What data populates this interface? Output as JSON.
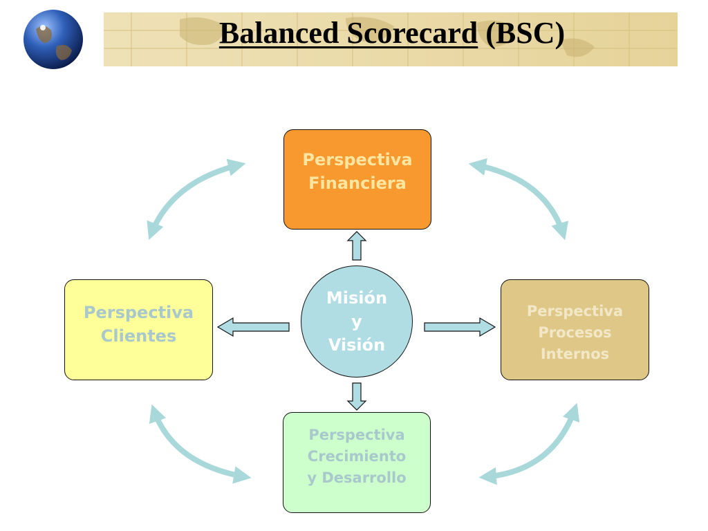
{
  "title": {
    "underlined": "Balanced Scorecard",
    "rest": " (BSC)"
  },
  "center": {
    "label": "Misión\ny\nVisión"
  },
  "boxes": {
    "financiera": "Perspectiva\nFinanciera",
    "clientes": "Perspectiva\nClientes",
    "procesos": "Perspectiva\nProcesos\nInternos",
    "crecimiento": "Perspectiva\nCrecimiento\ny Desarrollo"
  },
  "colors": {
    "financiera": "#f7992e",
    "clientes": "#ffff99",
    "procesos": "#dfc887",
    "crecimiento": "#ccffcc",
    "center": "#b0dde3",
    "curved_arrows": "#a9d8da"
  },
  "icons": {
    "banner_logo": "globe-icon"
  }
}
